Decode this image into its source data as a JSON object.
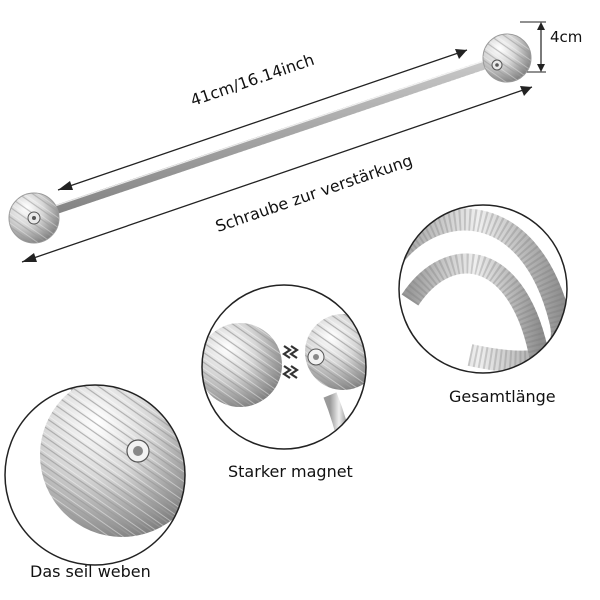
{
  "labels": {
    "height": "4cm",
    "length": "41cm/16.14inch",
    "screw_reinforcement": "Schraube zur verstärkung",
    "strong_magnet": "Starker magnet",
    "total_length": "Gesamtlänge",
    "weave_rope": "Das seil weben"
  },
  "colors": {
    "silver_light": "#eeeeee",
    "silver_mid": "#c8c8c8",
    "silver_dark": "#8c8c8c",
    "outline": "#222222",
    "text": "#111111"
  },
  "icons": {
    "magnet_signal": "magnet-attraction-icon"
  }
}
